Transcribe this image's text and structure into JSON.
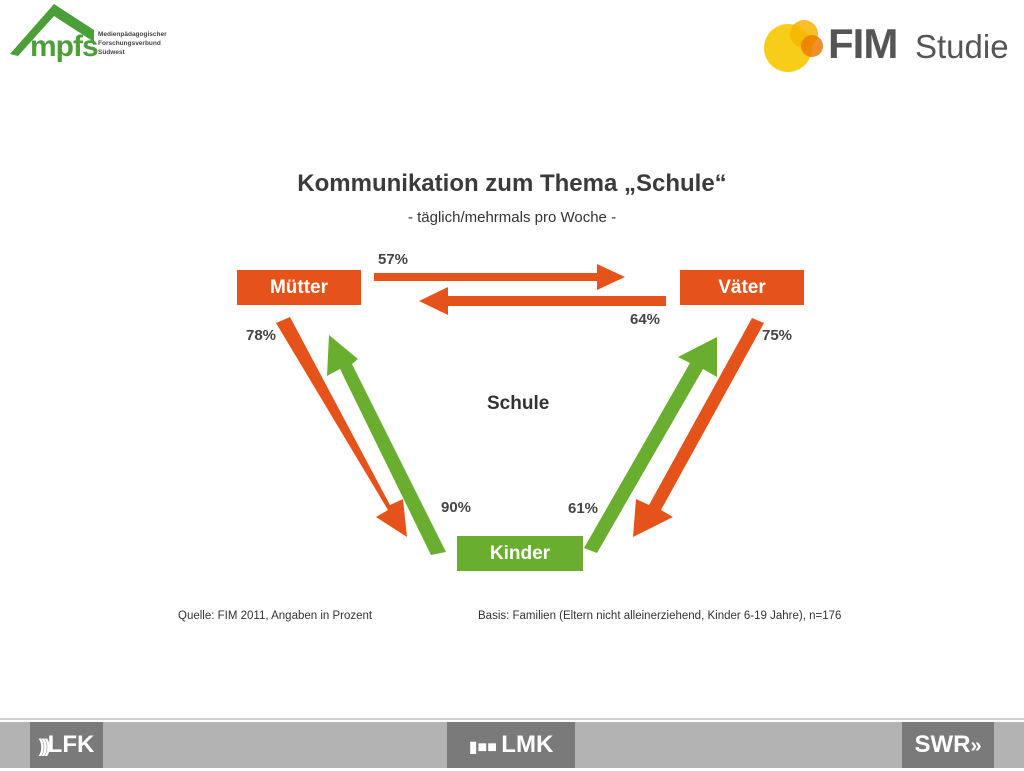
{
  "header": {
    "mpfs_logo": {
      "word": "mpfs",
      "subtitle_lines": [
        "Medienpädagogischer",
        "Forschungsverbund",
        "Südwest"
      ],
      "icon": "mpfs-roof-icon",
      "color": "#4c9f38"
    },
    "fim_logo": {
      "word": "FIM",
      "second_word": "Studie",
      "icon": "fim-circles-icon",
      "colors": [
        "#f7b500",
        "#f6c800",
        "#ef7d00"
      ]
    }
  },
  "diagram": {
    "title": "Kommunikation zum Thema „Schule“",
    "subtitle": "- täglich/mehrmals pro Woche -",
    "center_label": "Schule",
    "nodes": {
      "mutter": "Mütter",
      "vater": "Väter",
      "kinder": "Kinder"
    },
    "edges": [
      {
        "from": "mutter",
        "to": "vater",
        "label": "57%",
        "value": 57,
        "color": "#e6531a"
      },
      {
        "from": "vater",
        "to": "mutter",
        "label": "64%",
        "value": 64,
        "color": "#e6531a"
      },
      {
        "from": "mutter",
        "to": "kinder",
        "label": "78%",
        "value": 78,
        "color": "#e6531a"
      },
      {
        "from": "kinder",
        "to": "mutter",
        "label": "90%",
        "value": 90,
        "color": "#6aae2f"
      },
      {
        "from": "vater",
        "to": "kinder",
        "label": "75%",
        "value": 75,
        "color": "#e6531a"
      },
      {
        "from": "kinder",
        "to": "vater",
        "label": "61%",
        "value": 61,
        "color": "#6aae2f"
      }
    ],
    "colors": {
      "parent": "#e6531a",
      "child": "#6aae2f"
    }
  },
  "footer": {
    "source": "Quelle: FIM 2011,  Angaben in Prozent",
    "basis": "Basis: Familien (Eltern nicht alleinerziehend, Kinder 6-19 Jahre), n=176"
  },
  "partners": {
    "lfk": "LFK",
    "lmk": "LMK",
    "swr": "SWR",
    "lfk_icon": "lfk-lines-icon",
    "lmk_icon": "lmk-blocks-icon",
    "swr_icon": "swr-chevrons-icon"
  }
}
